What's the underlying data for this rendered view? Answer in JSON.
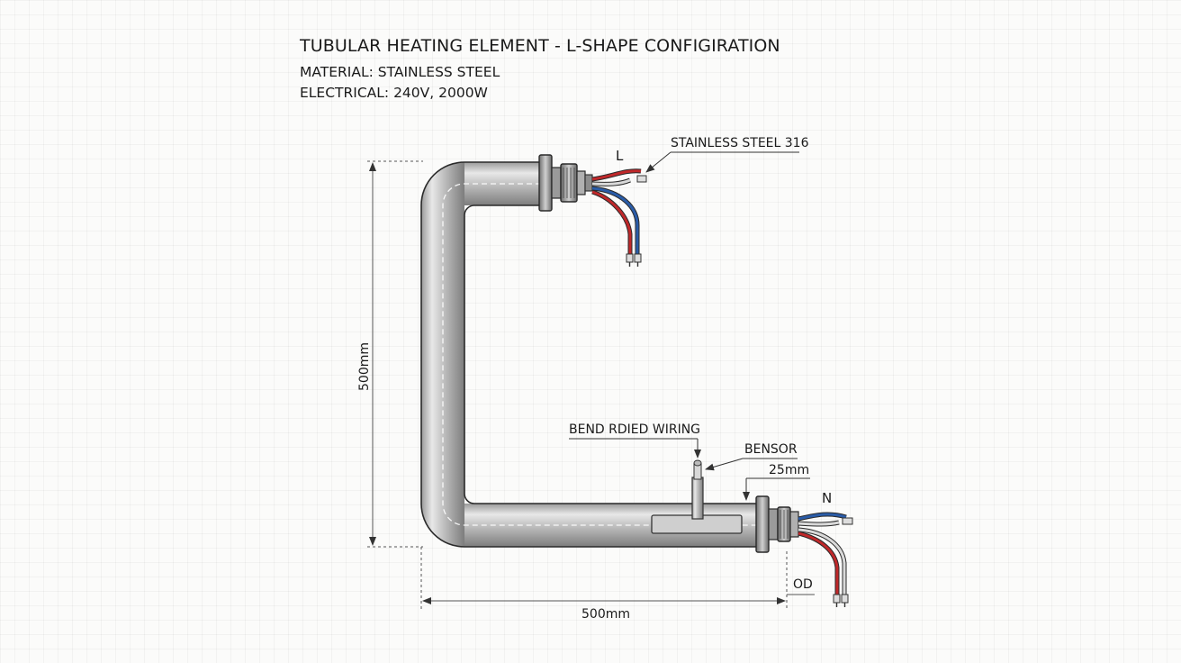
{
  "title": "TUBULAR HEATING ELEMENT - L-SHAPE CONFIGIRATION",
  "material": "MATERIAL: STAINLESS STEEL",
  "electrical": "ELECTRICAL: 240V, 2000W",
  "labels": {
    "top_terminal": "L",
    "bottom_terminal": "N",
    "stainless_callout": "STAINLESS STEEL 316",
    "bend_wiring": "BEND RDIED WIRING",
    "sensor": "BENSOR",
    "diameter": "25mm",
    "od": "OD",
    "vertical_dimension": "500mm",
    "horizontal_dimension": "500mm"
  },
  "colors": {
    "tube_light": "#e6e6e6",
    "tube_dark": "#8f8f8f",
    "outline": "#2a2a2a",
    "live_wire": "#c0282a",
    "neutral_wire": "#2a5ca8",
    "dimension_line": "#555555"
  }
}
